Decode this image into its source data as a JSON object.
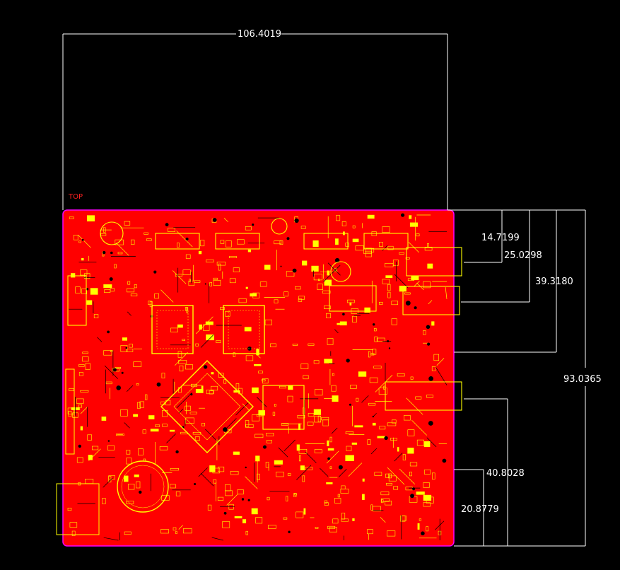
{
  "layer": {
    "label": "TOP"
  },
  "dimensions": {
    "width_top": "106.4019",
    "right_1": "14.7199",
    "right_2": "25.0298",
    "right_3": "39.3180",
    "height_total": "93.0365",
    "lower_1": "40.8028",
    "lower_2": "20.8779"
  },
  "colors": {
    "background": "#000000",
    "board_fill": "#ff0000",
    "board_outline": "#ff00ff",
    "component_silk": "#ffff00",
    "dimension_lines": "#ffffff"
  }
}
